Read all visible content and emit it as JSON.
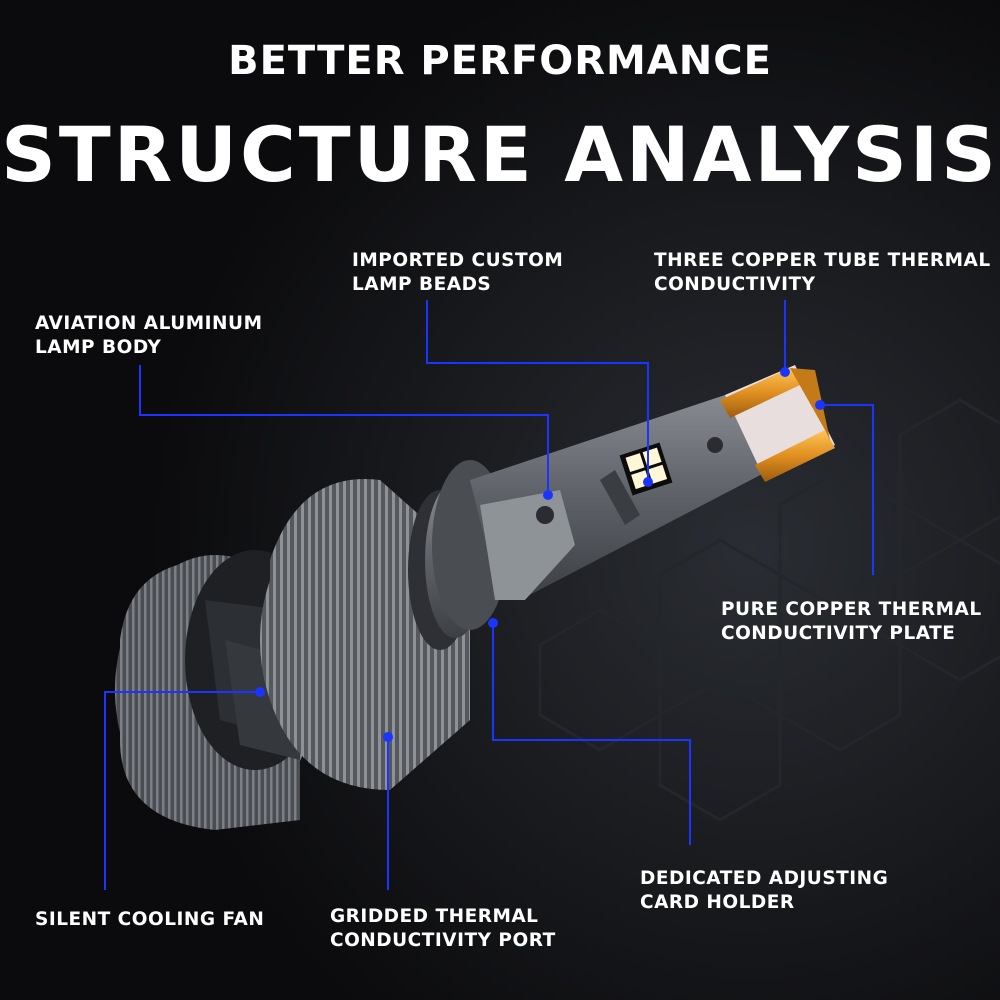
{
  "header": {
    "subtitle": "BETTER PERFORMANCE",
    "title": "STRUCTURE ANALYSIS"
  },
  "callouts": {
    "lamp_beads": {
      "line1": "IMPORTED CUSTOM",
      "line2": "LAMP BEADS"
    },
    "copper_tube": {
      "line1": "THREE COPPER TUBE THERMAL",
      "line2": "CONDUCTIVITY"
    },
    "lamp_body": {
      "line1": "AVIATION ALUMINUM",
      "line2": "LAMP BODY"
    },
    "copper_plate": {
      "line1": "PURE COPPER THERMAL",
      "line2": "CONDUCTIVITY PLATE"
    },
    "card_holder": {
      "line1": "DEDICATED ADJUSTING",
      "line2": "CARD HOLDER"
    },
    "cooling_fan": {
      "line1": "SILENT COOLING FAN"
    },
    "thermal_port": {
      "line1": "GRIDDED THERMAL",
      "line2": "CONDUCTIVITY PORT"
    }
  },
  "colors": {
    "background": "#0b0b0d",
    "leader_line": "#1a35ff",
    "copper": "#e89a2a",
    "aluminum": "#6b6f74",
    "led": "#fff7d6"
  }
}
